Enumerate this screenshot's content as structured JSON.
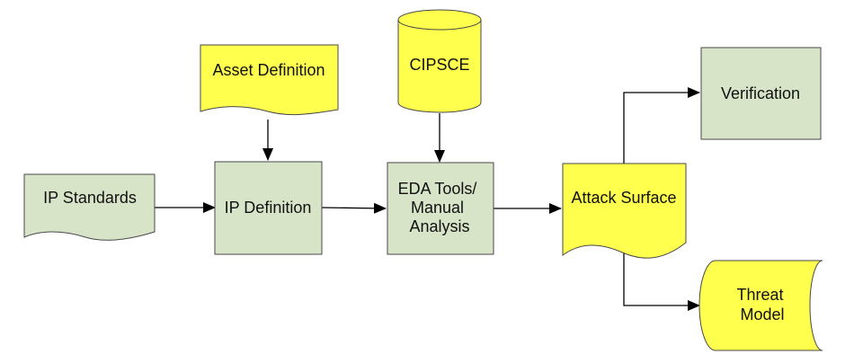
{
  "nodes": {
    "asset_definition": {
      "label": "Asset Definition",
      "shape": "document",
      "color": "#ffff4d"
    },
    "cipsce": {
      "label": "CIPSCE",
      "shape": "cylinder",
      "color": "#ffff4d"
    },
    "ip_standards": {
      "label": "IP Standards",
      "shape": "document",
      "color": "#d8e4c8"
    },
    "ip_definition": {
      "label": "IP Definition",
      "shape": "process",
      "color": "#d8e4c8"
    },
    "eda_tools": {
      "label_lines": [
        "EDA Tools/",
        "Manual",
        "Analysis"
      ],
      "shape": "process",
      "color": "#d8e4c8"
    },
    "attack_surface": {
      "label": "Attack Surface",
      "shape": "document",
      "color": "#ffff4d"
    },
    "verification": {
      "label": "Verification",
      "shape": "process",
      "color": "#d8e4c8"
    },
    "threat_model": {
      "label_lines": [
        "Threat",
        "Model"
      ],
      "shape": "stored-data",
      "color": "#ffff4d"
    }
  },
  "edges": [
    {
      "from": "asset_definition",
      "to": "ip_definition"
    },
    {
      "from": "ip_standards",
      "to": "ip_definition"
    },
    {
      "from": "cipsce",
      "to": "eda_tools"
    },
    {
      "from": "ip_definition",
      "to": "eda_tools"
    },
    {
      "from": "eda_tools",
      "to": "attack_surface"
    },
    {
      "from": "attack_surface",
      "to": "verification"
    },
    {
      "from": "attack_surface",
      "to": "threat_model"
    }
  ]
}
